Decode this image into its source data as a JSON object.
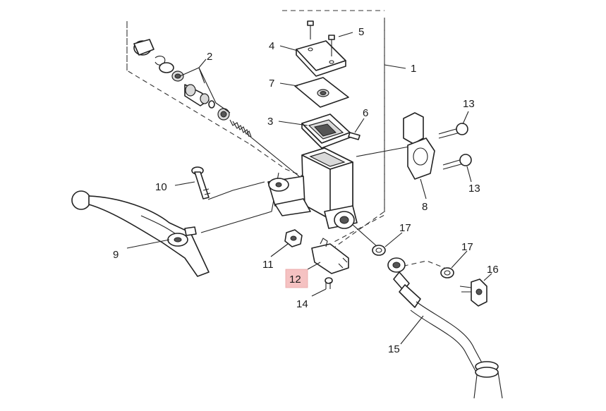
{
  "diagram": {
    "callouts": {
      "c1": "1",
      "c2": "2",
      "c3": "3",
      "c4": "4",
      "c5": "5",
      "c6": "6",
      "c7": "7",
      "c8": "8",
      "c9": "9",
      "c10": "10",
      "c11": "11",
      "c12": "12",
      "c13a": "13",
      "c13b": "13",
      "c14": "14",
      "c15": "15",
      "c16": "16",
      "c17a": "17",
      "c17b": "17"
    },
    "highlight_color": "#f5c2c2"
  }
}
